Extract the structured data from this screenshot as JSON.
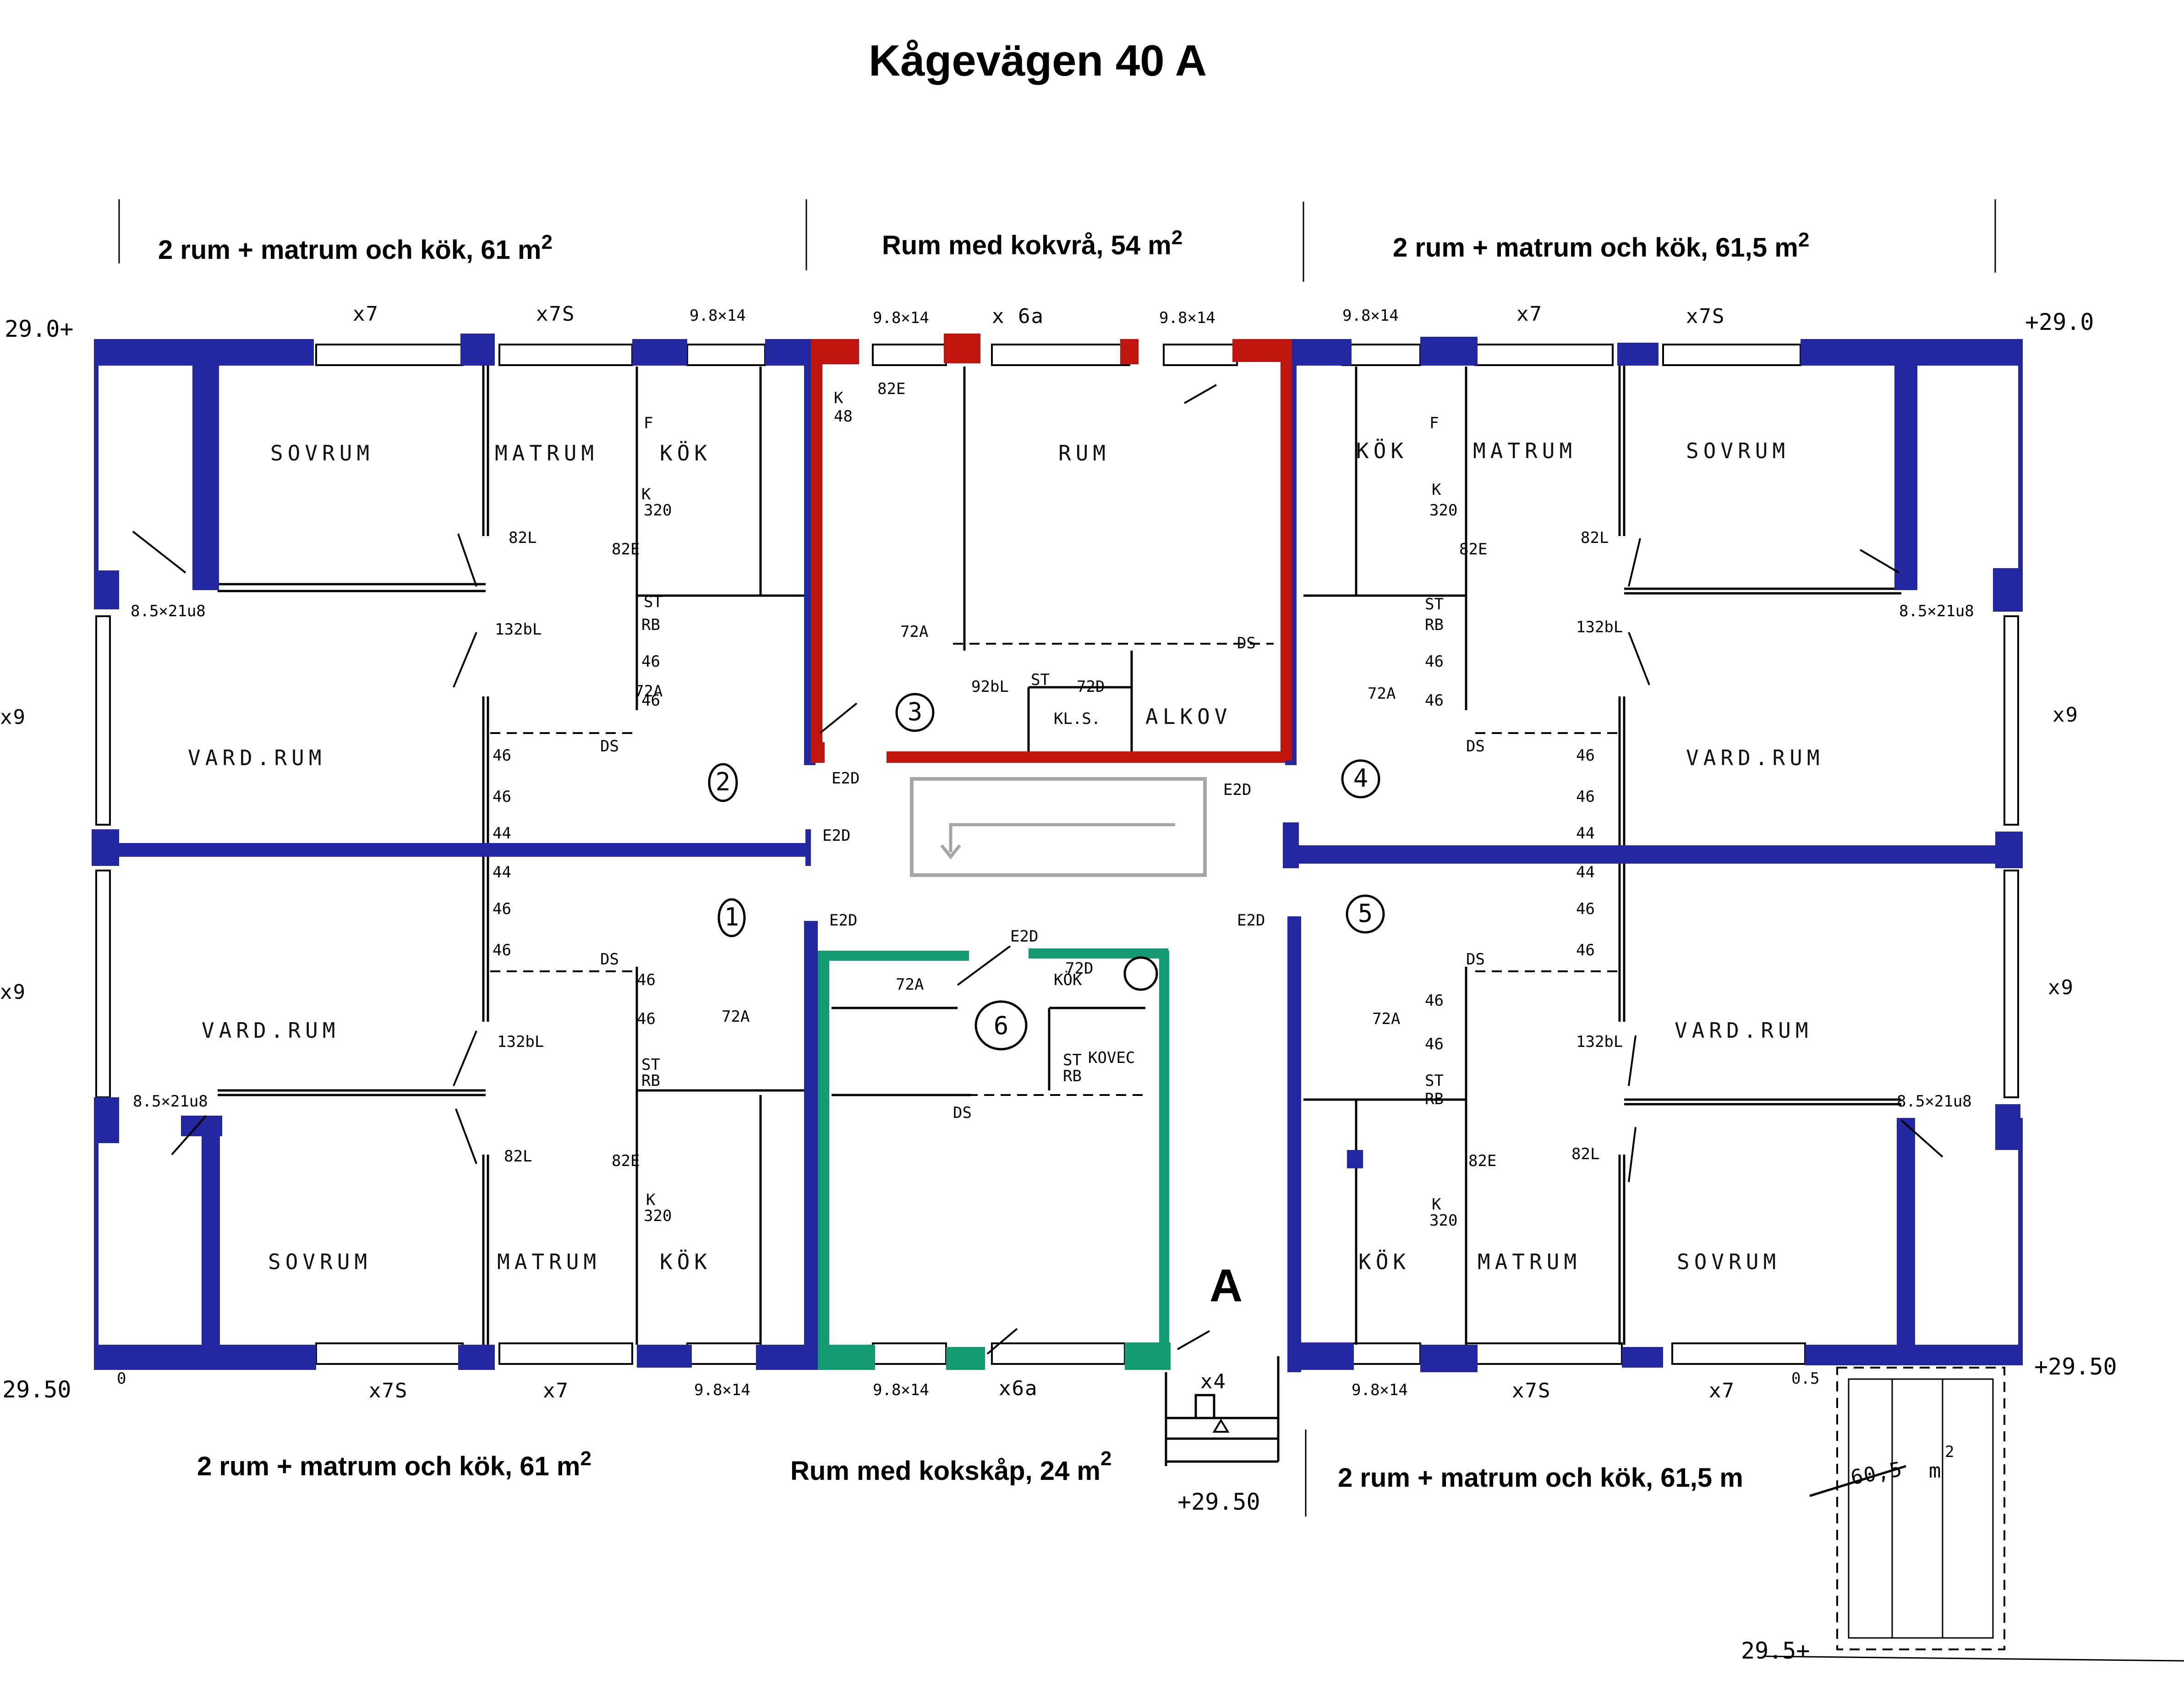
{
  "title": "Kågevägen 40 A",
  "colors": {
    "wall_blue": "#2428A0",
    "wall_red": "#C0140E",
    "wall_teal": "#149A72",
    "stair_gray": "#A6A6A6"
  },
  "units": {
    "top_left": {
      "label": "2 rum + matrum och kök, 61 m",
      "sup": "2"
    },
    "top_center": {
      "label": "Rum med kokvrå, 54 m",
      "sup": "2"
    },
    "top_right": {
      "label": "2 rum + matrum och kök, 61,5 m",
      "sup": "2"
    },
    "bottom_left": {
      "label": "2 rum + matrum och kök, 61 m",
      "sup": "2"
    },
    "bottom_center": {
      "label": "Rum med kokskåp, 24 m",
      "sup": "2"
    },
    "bottom_right": {
      "label": "2 rum + matrum och kök, 61,5 m",
      "sup": ""
    }
  },
  "handwritten_note": {
    "text": "60,5",
    "sup": "m",
    "sup2": "2"
  },
  "entrance_label": "A",
  "apartment_numbers": [
    "1",
    "2",
    "3",
    "4",
    "5",
    "6"
  ],
  "rooms": {
    "tl_sovrum": "SOVRUM",
    "tl_matrum": "MATRUM",
    "tl_kok": "KÖK",
    "tl_vardrum": "VARD.RUM",
    "tc_rum": "RUM",
    "tc_kls": "KL.S.",
    "tc_alkov": "ALKOV",
    "tr_kok": "KÖK",
    "tr_matrum": "MATRUM",
    "tr_sovrum": "SOVRUM",
    "tr_vardrum": "VARD.RUM",
    "bl_vardrum": "VARD.RUM",
    "bl_sovrum": "SOVRUM",
    "bl_matrum": "MATRUM",
    "bl_kok": "KÖK",
    "bc_kok": "KÖK",
    "bc_kovec": "KOVEC",
    "br_vardrum": "VARD.RUM",
    "br_kok": "KÖK",
    "br_matrum": "MATRUM",
    "br_sovrum": "SOVRUM"
  },
  "window_dims": {
    "top": [
      "x7",
      "x7S",
      "9.8×14",
      "9.8×14",
      "x 6a",
      "9.8×14",
      "9.8×14",
      "x7",
      "x7S"
    ],
    "bottom": [
      "x7S",
      "x7",
      "9.8×14",
      "9.8×14",
      "x6a",
      "9.8×14",
      "x7S",
      "x7"
    ],
    "side_left": [
      "x9",
      "x9"
    ],
    "side_right": [
      "x9",
      "x9"
    ],
    "balcony": "8.5×21u8",
    "entry_steps": "x4"
  },
  "elevations": {
    "top_left": "29.0+",
    "top_right": "+29.0",
    "bottom_left": "29.50",
    "bottom_right": "+29.50",
    "entry": "+29.50",
    "bottom_far_right": "29.5+",
    "small_left": "0",
    "small_right": "0.5"
  },
  "annotations": {
    "door_82L": "82L",
    "door_82E": "82E",
    "door_132bL": "132bL",
    "door_E2D": "E2D",
    "door_72A": "72A",
    "door_92bL": "92bL",
    "door_72D": "72D",
    "closet_46": "46",
    "closet_44": "44",
    "closet_st": "ST",
    "closet_rb": "RB",
    "ds": "DS",
    "k": "K",
    "k_320": "320",
    "k_48": "48",
    "f": "F"
  }
}
